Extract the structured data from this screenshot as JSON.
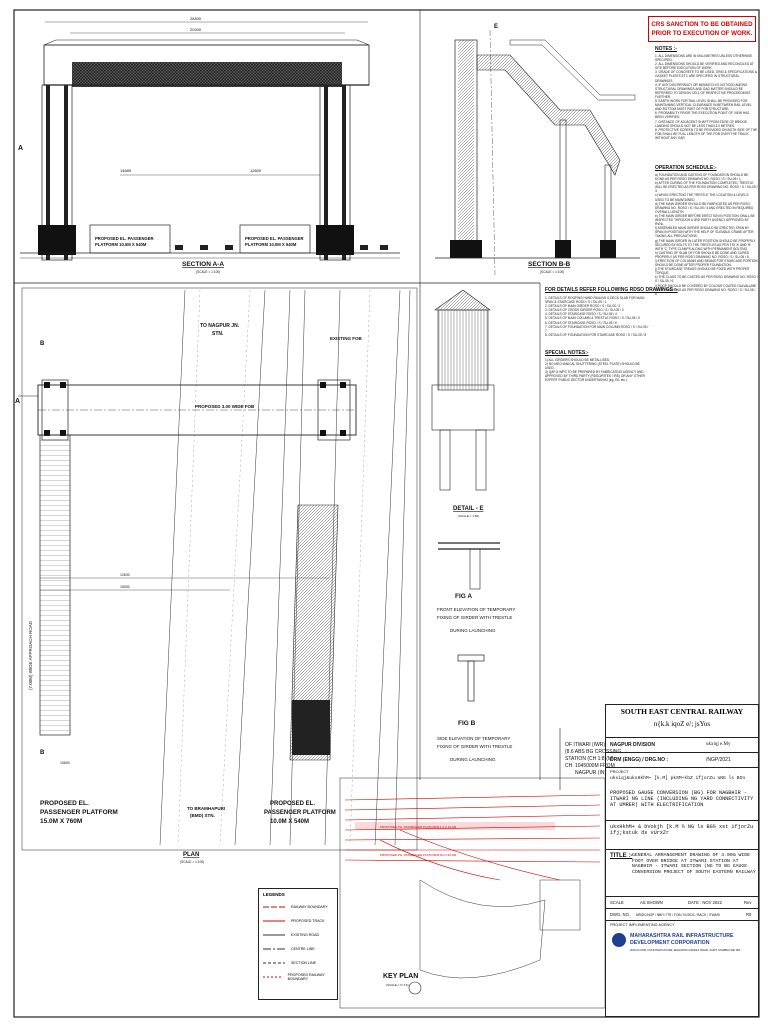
{
  "warning": {
    "line1": "CRS SANCTION TO BE OBTAINED",
    "line2": "PRIOR TO EXECUTION OF WORK."
  },
  "notes_title": "NOTES :-",
  "notes_text": "1. ALL DIMENSIONS ARE IN MILLIMETRES UNLESS OTHERWISE SPECIFIED.\n2. ALL DIMENSIONS SHOULD BE VERIFIED AND RECONCILED AT SITE BEFORE EXECUTION OF WORK.\n3. GRADE OF CONCRETE TO BE USED, GRID & SPECIFICATIONS & GASKET PLATES ETC ARE SPECIFIED IN STRUCTURAL DRAWINGS.\n4. IF ANY DISCREPANCY OR MISMATCH IS NOTICED AMONG STRUCTURAL DRAWINGS AND GAD MATTER SHOULD BE REFERRED TO DESIGN CELL OF RESPECTIVE PROCEEDINGS FURTHER.\n5. EARTH WORK FOR RAIL LEVEL SHALL BE PROVIDED FOR MAINTAINING VERTICAL CLEARANCE IN BETWEEN RAIL LEVEL AND BOTTOM MOST PART OF FOB STRUCTURE.\n6. PROBABILITY PRIOR THE EXECUTION POINT OF VIEW HAS BEEN VERIFIED.\n7. DISTANCE OF ADJACENT SHAFT FROM EDGE OF BRIDGE LANDING SHOULD NOT BE LESS THAN 3.0 METRES.\n8. PROTECTIVE SCREEN TO BE PROVIDED ON BOTH SIDE OF THE FOB SHALL BE FULL LENGTH OF THE FOB OVER THE TRACK WITHOUT ANY GAP.",
  "operation_title": "OPERATION SCHEDULE:-",
  "operation_text": "a) FOUNDATION AND CASTING OF FOUNDATION SHOULD BE DONE AS PER ROSO DRAWING NO. ROSO / S / SU-05 / 1.\nb) AFTER CURING OF THE FOUNDATION COMPLETED, TRESTLE WILL BE ERECTED AS PER ROSO DRAWING NO. ROSO / S / SU-05 / 3.\nc) WHILE ERECTING THE TRESTLE THE LOCATION & LEVELS USED TO BE MAINTAINED.\nd) THE MAIN GIRDER SHOULD BE FABRICATED AS PER ROSO DRAWING NO. ROSO / S / SU-05 / 4 AND ERECTED IN REQUIRED OVERALL LENGTH.\ne) THE MAIN GIRDER BEFORE ERECTION IN POSITION SHALL BE INSPECTED THROUGH A 3RD PARTY AGENCY APPROVED BY RVNL.\nf) ASSEMBLED MAIN GIRDER SHOULD BE ERECTED SPAN BY SPAN IN POSITION WITH THE HELP OF SUITABLE CRANE AFTER TAKING ALL PRECAUTIONS.\ng) THE MAIN GIRDER IN LATER POSITION SHOULD BE PROPERLY SECURED BY BOLTS TO THE TRESTLES AS PER FIG 'A' AND 'B' WITH 'C' TYPE CLAMPS ALONG WITH PERMANENT BOLTING.\nh) CASTING OF SLAB OF FOB SHOULD BE DONE AND CURED PROPERLY AS PER ROSO DRAWING NO. ROSO / S / SU-05 / 5.\ni) ERECTION OF COLUMNS AND BEAMS FOR STAIRCASE PORTION SHOULD BE DONE AFTER PROPER FOUNDATION.\nj) THE STAIRCASE TREADS SHOULD BE FIXED WITH PROPER TORQUE.\nk) THE CLASS TO BE CASTED AS PER ROSO DRAWING NO. ROSO / S / SU-05 / 6.\nl) ROOF SHOULD BE COVERED BY COLOUR COATED GALVALUME SHEET ROOFING AS PER ROSO DRAWING NO. ROSO / S / SU-05 / 8.",
  "refer_title": "FOR DETAILS REFER FOLLOWING RDSO DRAWINGS :-",
  "refer_text": "1. DETAILS OF ROOFING HAND RAILING & DECK SLAB FOR MAIN SPAN & STAIRCASE ROSO / S / SU-05 / 1\n2. DETAILS OF MAIN GIRDER ROSO / S / SU-05 / 2\n3. DETAILS OF CROSS GIRDER ROSO / S / SU-05 / 3\n4. DETAILS OF STAIRCASE ROSO / S / SU-05 / 4\n5. DETAILS OF MAIN COLUMN & TRESTLE ROSO / S / SU-05 / 5\n6. DETAILS OF STAIRCASE ROSO / S / SU-05 / 6\n7. DETAILS OF FOUNDATION FOR MAIN COLUMN ROSO / S / SU-05 / 7\n8. DETAILS OF FOUNDATION FOR STAIRCASE ROSO / S / SU-05 / 8",
  "special_title": "SPECIAL NOTES:-",
  "special_text": "1) ALL GIRDERS SHOULD BE METALLISED.\n2) NO MECHANICAL SHUTTERING (STEEL PLATE) SHOULD BE USED.\n3) QAP & WPS TO BE PREPARED BY FABRICATING AGENCY AND APPROVED BY THIRD PARTY (RDSO/RITES / IRS) OR ANY OTHER EXPERT PUBLIC SECTOR UNDERTAKING (eg. EIL etc.)",
  "section_aa": "SECTION A-A",
  "section_bb": "SECTION B-B",
  "scale_aa": "(SCALE = 1:100)",
  "scale_bb": "(SCALE = 1:100)",
  "detail_e": "DETAIL - E",
  "detail_e_scale": "(SCALE = 1:50)",
  "fig_a": "FIG A",
  "fig_a_cap1": "FRONT ELEVATION OF TEMPORARY",
  "fig_a_cap2": "FIXING OF GIRDER WITH TRESTLE",
  "fig_a_cap3": "DURING LAUNCHING",
  "fig_b": "FIG B",
  "fig_b_cap1": "SIDE ELEVATION OF TEMPORARY",
  "fig_b_cap2": "FIXING OF GIRDER WITH TRESTLE",
  "fig_b_cap3": "DURING LAUNCHING",
  "plan_title": "PLAN",
  "plan_scale": "(SCALE = 1:100)",
  "labels": {
    "nagpur": "TO NAGPUR JN.",
    "nagpur2": "STN.",
    "existing_fob": "EXISTING FOB",
    "fob_plan": "PROPOSED 3.00 WIDE FOB",
    "platform_left1": "PROPOSED EL.",
    "platform_left2": "PASSENGER PLATFORM",
    "platform_left3": "15.0M X 760M",
    "platform_mid1": "PROPOSED EL.",
    "platform_mid2": "PASSENGER PLATFORM",
    "platform_mid3": "10.0M X 540M",
    "bramhapuri1": "TO BRAMHAPURI",
    "bramhapuri2": "(BMD) STN.",
    "approach_road": "(7.00M) WIDE APPROACH ROAD",
    "itwari1": "OF ITWARI (IWR)",
    "itwari2": "(8.6 ABS BG CROSSING",
    "itwari3": "STATION (CH 1:8)(M)",
    "itwari4": "CH. 1045000M FROM",
    "itwari5": "NAGPUR (IN)",
    "aa_plat1": "PROPOSED EL. PASSENGER",
    "aa_plat2": "PLATFORM 10.0M X 540M",
    "aa_plat3": "PROPOSED EL. PASSENGER",
    "aa_plat4": "PLATFORM 10.0M X 540M",
    "key_plan": "KEY PLAN",
    "key_plan_scale": "(SCALE = N.T.S)",
    "ph1": "PROPOSED PH. PASSENGER PLATFORM 1.0 X 15.0M",
    "ph2": "PROPOSED PH. PASSENGER PLATFORM NO.3 15.0M"
  },
  "legend": {
    "title": "LEGENDS",
    "items": [
      {
        "label": "RAILWAY BOUNDARY",
        "color": "#d40000",
        "dash": "6,2"
      },
      {
        "label": "PROPOSED TRACK",
        "color": "#d40000",
        "dash": ""
      },
      {
        "label": "EXISTING ROAD",
        "color": "#333333",
        "dash": ""
      },
      {
        "label": "CENTRE LINE",
        "color": "#333333",
        "dash": "8,2,2,2"
      },
      {
        "label": "SECTION LINE",
        "color": "#333333",
        "dash": "3,2"
      },
      {
        "label": "PROPOSED RAILWAY BOUNDARY",
        "color": "#d40000",
        "dash": "2,2"
      }
    ]
  },
  "title_block": {
    "railway": "SOUTH EAST CENTRAL RAILWAY",
    "railway_hindi": "n{k.k iqoZ e/; jsYos",
    "division": "NAGPUR DIVISION",
    "division_hindi": "ukxiqj e.My",
    "drm_label": "DRM (ENGG) / DRG.NO :",
    "drm_value": "/NGP/2021",
    "project_label": "PROJECT",
    "project_hindi": "ukxiqj&ukxHkhM~ [k.M] pkSM+kbZ ifjorZu ¼NG ls BG½",
    "project_en": "PROPOSED GAUGE CONVERSION (BG) FOR NAGBHIR - ITWARI NG LINE (INCLUDING NG YARD CONNECTIVITY AT UMRER) WITH ELECTRIFICATION",
    "hindi_title": "ukxHkhM+ & bVokjh [k.M ¼ NG ls BG½ xst ifjorZu ifj;kstuk ds vUrxZr",
    "title_label": "TITLE :-",
    "title_text": "GENERAL ARRANGEMENT DRAWING OF 3.00m WIDE FOOT OVER BRIDGE AT ITWARI STATION AT NAGBHIR - ITWARI SECTION (NG TO BG GAUGE CONVERSION PROJECT OF SOUTH EASTERN RAILWAY",
    "scale_label": "SCALE",
    "scale_value": "AS SHOWN",
    "date_label": "DATE : NOV 2022",
    "rev_label": "Rev",
    "dwg_label": "DWG. NO.",
    "dwg_value": "MRIDC/NGP / NBH / ITR / FOB / 01/2021 / BACK / ITWARI",
    "rev_value": "R0",
    "agency_label": "PROJECT IMPLEMENTING AGENCY",
    "agency_name": "MAHARASHTRA RAIL INFRASTRUCTURE",
    "agency_name2": "DEVELOPMENT CORPORATION",
    "agency_addr": "2ND FLOOR, FOUNTAIN HOUSE, MAHATMA GANDHI ROAD, FORT, MUMBAI 400 001"
  },
  "dims": {
    "aa_total": "28400",
    "aa_span": "20200",
    "aa_left": "14685",
    "aa_mid": "12600",
    "plan_span1": "12600",
    "plan_span2": "15000",
    "plan_span3": "10600"
  }
}
